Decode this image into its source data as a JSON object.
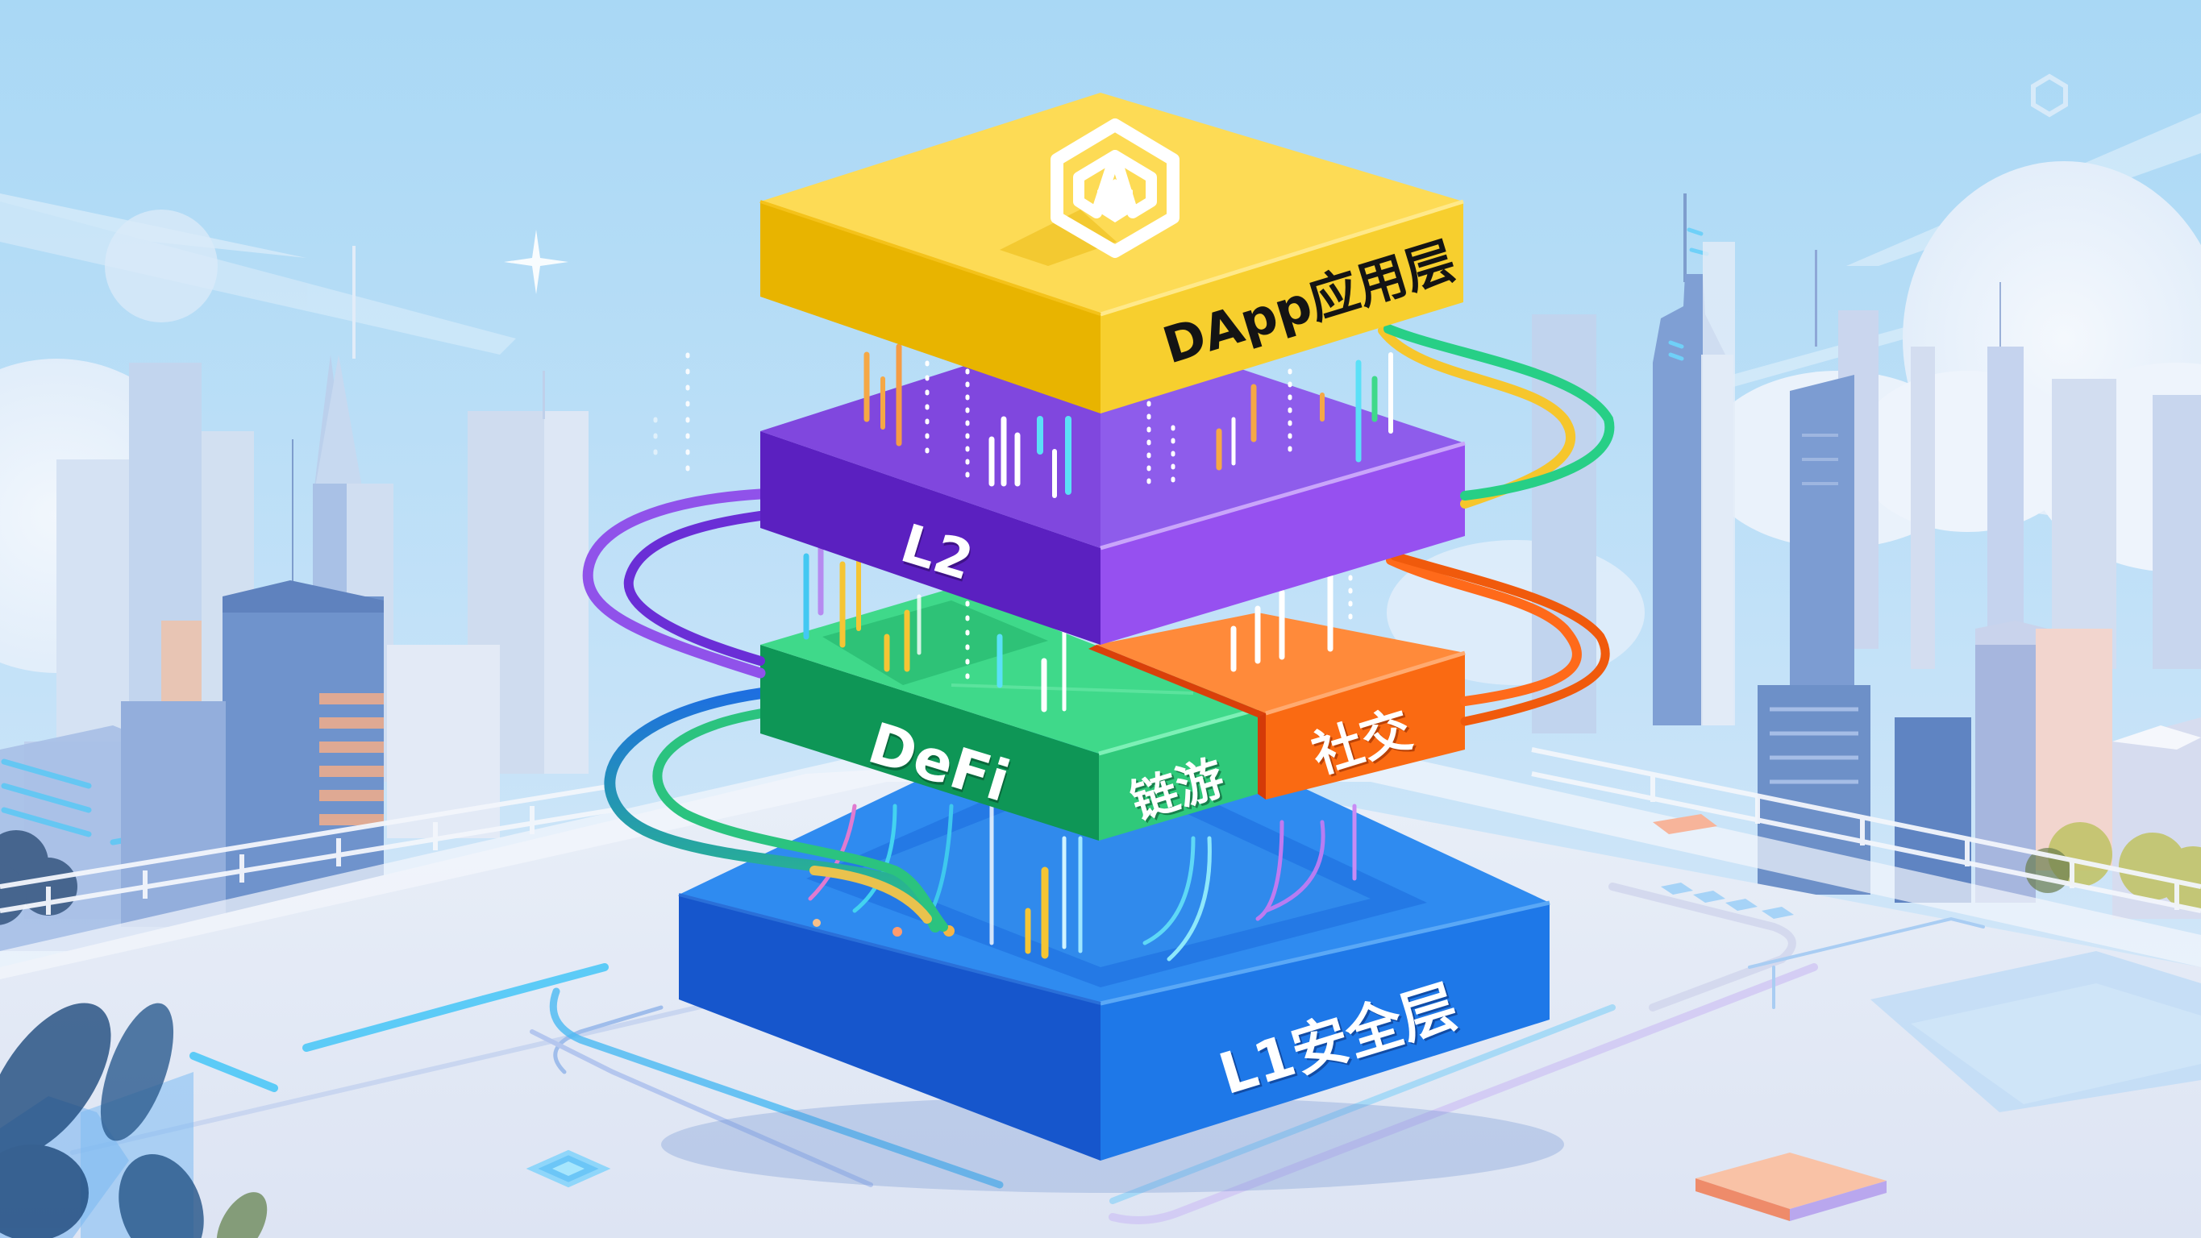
{
  "title": "Layered blockchain architecture illustration",
  "layers": {
    "dapp": {
      "label": "DApp应用层",
      "icon": "hexagon-logo-icon",
      "top_color": "#FDDB55",
      "side_left_color": "#E8B400",
      "side_right_color": "#F7CF2E",
      "label_color": "#141414"
    },
    "l2": {
      "label": "L2",
      "top_color": "#8E5CEB",
      "side_left_color": "#5B20C0",
      "side_right_color": "#9650F0",
      "label_color": "#FFFFFF"
    },
    "defi": {
      "label": "DeFi",
      "top_color": "#3FD98A",
      "side_left_color": "#0E9656",
      "side_right_color": "#2FC97A",
      "label_color": "#FFFFFF"
    },
    "chain_game": {
      "label": "链游",
      "label_color": "#FFFFFF"
    },
    "social": {
      "label": "社交",
      "top_color": "#FF8A3A",
      "side_left_color": "#E04A0A",
      "side_right_color": "#FA6A12",
      "label_color": "#FFFFFF"
    },
    "l1": {
      "label": "L1安全层",
      "top_color": "#2F8BF0",
      "side_left_color": "#1656CC",
      "side_right_color": "#1E78E8",
      "label_color": "#FFFFFF"
    }
  },
  "connectors": [
    {
      "from": "dapp",
      "to": "l2",
      "colors": [
        "#F6C62C",
        "#27CF86"
      ],
      "side": "right"
    },
    {
      "from": "l2",
      "to": "defi",
      "colors": [
        "#7B3FE0",
        "#6A2ED6"
      ],
      "side": "left"
    },
    {
      "from": "l2",
      "to": "social",
      "colors": [
        "#FF6A1A",
        "#F05A0C"
      ],
      "side": "right"
    },
    {
      "from": "defi",
      "to": "l1",
      "colors": [
        "#1FB07A",
        "#2BC37F"
      ],
      "side": "left"
    }
  ],
  "background": {
    "sky_top": "#A9D8F5",
    "sky_bottom": "#CFE6F8",
    "floor": "#E6ECF7",
    "sparkle_icon": "sparkle-icon",
    "corner_icon": "hexagon-outline-icon"
  }
}
